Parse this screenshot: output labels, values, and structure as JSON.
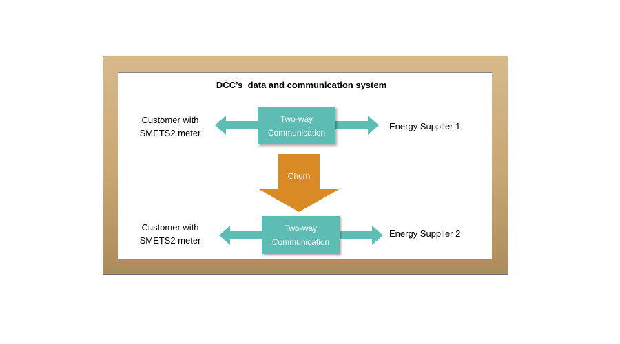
{
  "diagram": {
    "title": "DCC’s  data and communication system",
    "rows": [
      {
        "customer_line1": "Customer with",
        "customer_line2": "SMETS2 meter",
        "link_line1": "Two-way",
        "link_line2": "Communication",
        "supplier": "Energy Supplier 1"
      },
      {
        "customer_line1": "Customer with",
        "customer_line2": "SMETS2 meter",
        "link_line1": "Two-way",
        "link_line2": "Communication",
        "supplier": "Energy Supplier 2"
      }
    ],
    "transition_label": "Churn"
  },
  "colors": {
    "frame": "#c8a673",
    "panel": "#ffffff",
    "communication": "#5dbdb4",
    "churn": "#d98a24"
  }
}
